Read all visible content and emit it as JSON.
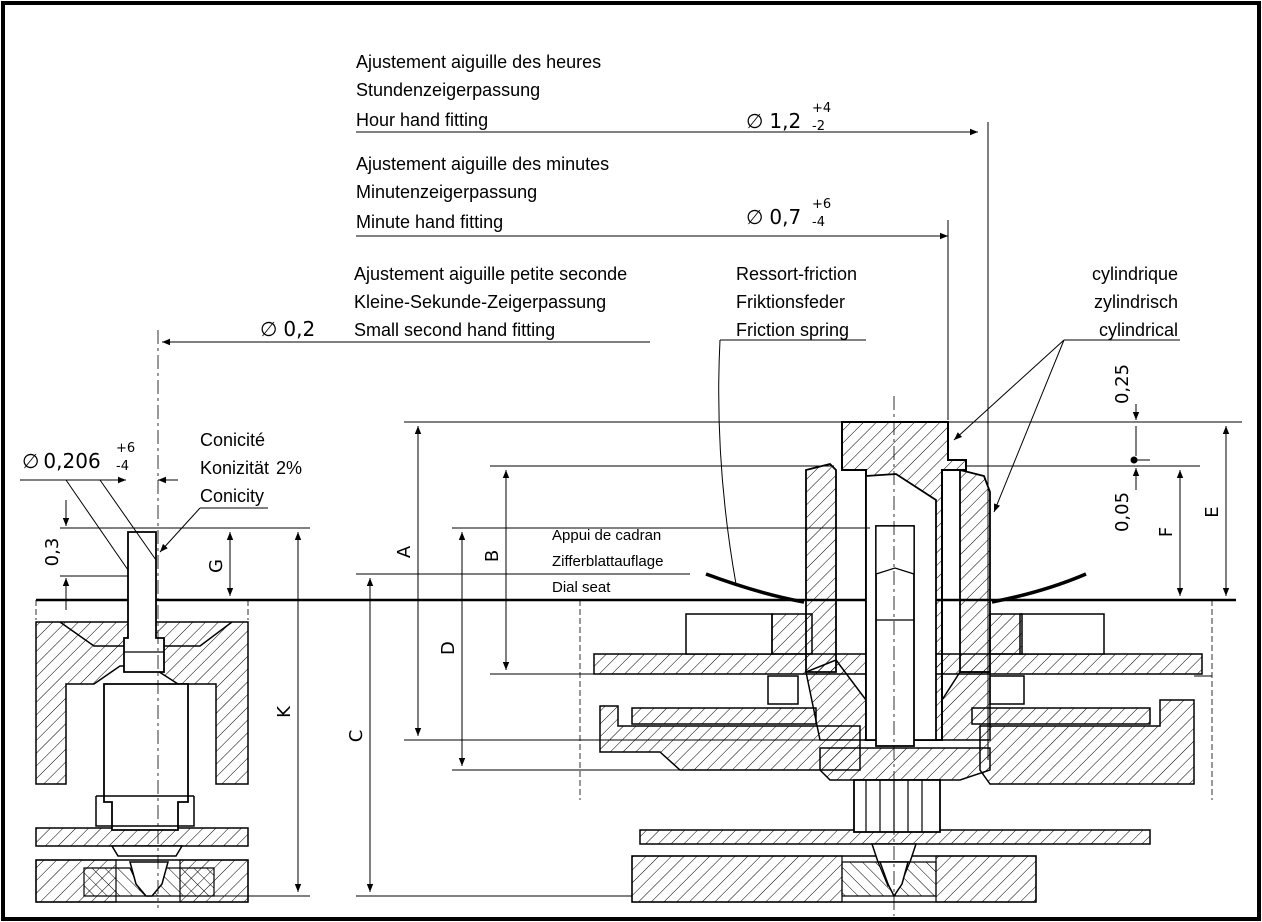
{
  "hour_hand": {
    "lines": [
      "Ajustement aiguille des heures",
      "Stundenzeigerpassung",
      "Hour hand fitting"
    ],
    "dia_symbol": "∅",
    "dia_value": "1,2",
    "tol_upper": "+4",
    "tol_lower": "-2"
  },
  "minute_hand": {
    "lines": [
      "Ajustement aiguille des minutes",
      "Minutenzeigerpassung",
      "Minute hand fitting"
    ],
    "dia_symbol": "∅",
    "dia_value": "0,7",
    "tol_upper": "+6",
    "tol_lower": "-4"
  },
  "small_second": {
    "lines": [
      "Ajustement aiguille petite seconde",
      "Kleine-Sekunde-Zeigerpassung",
      "Small second hand fitting"
    ],
    "dia_symbol": "∅",
    "dia_value": "0,2"
  },
  "friction_spring": {
    "lines": [
      "Ressort-friction",
      "Friktionsfeder",
      "Friction spring"
    ]
  },
  "cylindrical": {
    "lines": [
      "cylindrique",
      "zylindrisch",
      "cylindrical"
    ]
  },
  "conicity": {
    "lines": [
      "Conicité",
      "Konizität",
      "Conicity"
    ],
    "value": "2%"
  },
  "pivot": {
    "dia_symbol": "∅",
    "dia_value": "0,206",
    "tol_upper": "+6",
    "tol_lower": "-4"
  },
  "dial_seat": {
    "lines": [
      "Appui de cadran",
      "Zifferblattauflage",
      "Dial seat"
    ]
  },
  "dims": {
    "d_0_3": "0,3",
    "d_0_25": "0,25",
    "d_0_05": "0,05",
    "A": "A",
    "B": "B",
    "C": "C",
    "D": "D",
    "E": "E",
    "F": "F",
    "G": "G",
    "K": "K"
  }
}
